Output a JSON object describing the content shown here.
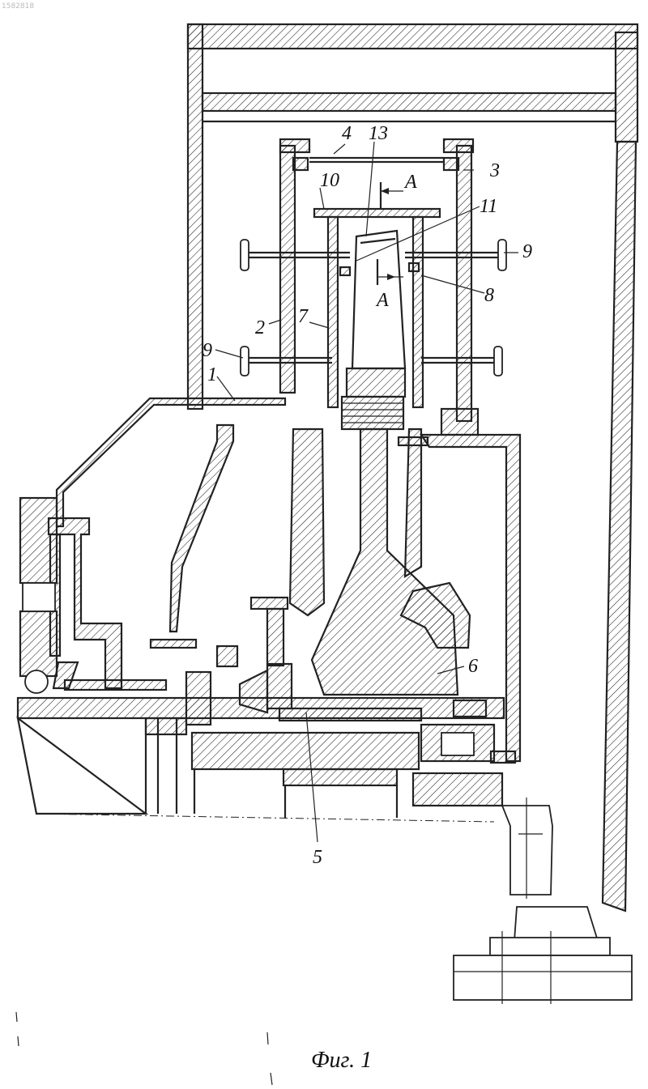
{
  "document_number": "1582818",
  "figure_caption": "Фиг. 1",
  "labels": {
    "l1": "1",
    "l2": "2",
    "l3": "3",
    "l4": "4",
    "l5": "5",
    "l6": "6",
    "l7": "7",
    "l8": "8",
    "l9_right": "9",
    "l9_left": "9",
    "l10": "10",
    "l11": "11",
    "l13": "13",
    "section_a_top": "A",
    "section_a_bottom": "A"
  }
}
